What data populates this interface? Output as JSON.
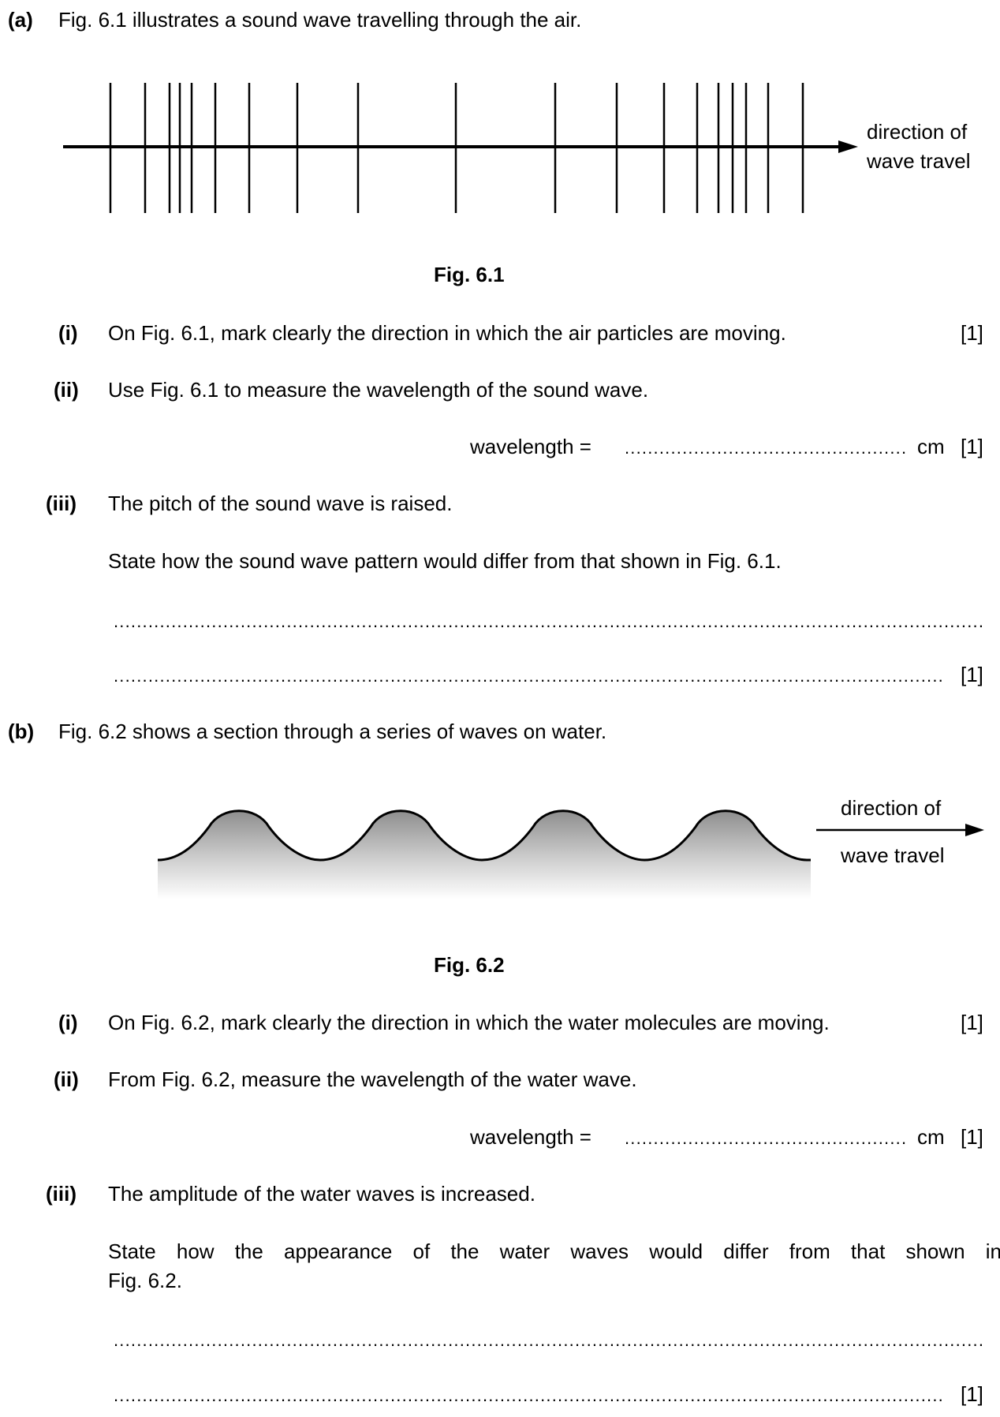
{
  "part_a": {
    "label": "(a)",
    "intro": "Fig. 6.1 illustrates a sound wave travelling through the air.",
    "figure_caption": "Fig. 6.1",
    "arrow_label_line1": "direction of",
    "arrow_label_line2": "wave travel",
    "q1": {
      "num": "(i)",
      "text": "On Fig. 6.1, mark clearly the direction in which the air particles are moving.",
      "marks": "[1]"
    },
    "q2": {
      "num": "(ii)",
      "text": "Use Fig. 6.1 to measure the wavelength of the sound wave.",
      "answer_label": "wavelength =",
      "unit": "cm",
      "marks": "[1]"
    },
    "q3": {
      "num": "(iii)",
      "text": "The pitch of the sound wave is raised.",
      "prompt": "State how the sound wave pattern would differ from that shown in Fig. 6.1.",
      "marks": "[1]"
    }
  },
  "part_b": {
    "label": "(b)",
    "intro": "Fig. 6.2 shows a section through a series of waves on water.",
    "figure_caption": "Fig. 6.2",
    "arrow_label_line1": "direction of",
    "arrow_label_line2": "wave travel",
    "q1": {
      "num": "(i)",
      "text": "On Fig. 6.2, mark clearly the direction in which the water molecules are moving.",
      "marks": "[1]"
    },
    "q2": {
      "num": "(ii)",
      "text": "From Fig. 6.2, measure the wavelength of the water wave.",
      "answer_label": "wavelength =",
      "unit": "cm",
      "marks": "[1]"
    },
    "q3": {
      "num": "(iii)",
      "text": "The amplitude of the water waves is increased.",
      "prompt_line1": "State how the appearance of the water waves would differ from that shown in",
      "prompt_line2": "Fig. 6.2.",
      "marks": "[1]"
    }
  },
  "colors": {
    "ink": "#000000",
    "water_shade": "#9a9a9a"
  }
}
